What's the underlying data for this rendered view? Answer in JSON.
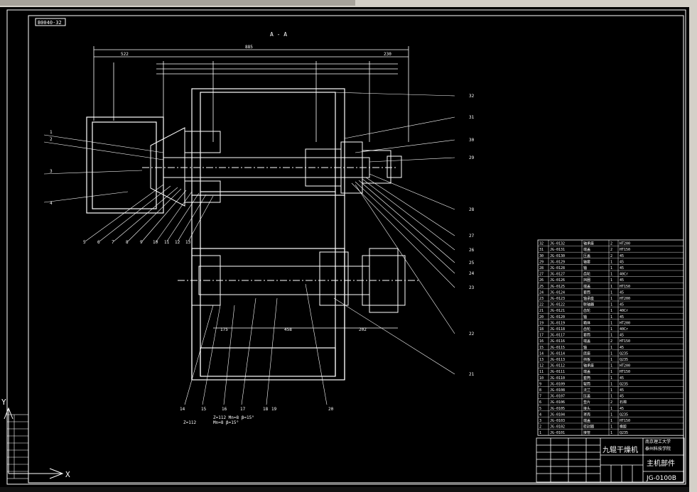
{
  "drawing": {
    "sheet_tag": "B0040-32",
    "section_label": "A - A",
    "dims_top": [
      "522",
      "885",
      "230"
    ],
    "dims_bottom": [
      "175",
      "458",
      "202"
    ],
    "callouts_left": [
      "1",
      "2",
      "3",
      "4"
    ],
    "callouts_bottom": [
      "5",
      "6",
      "7",
      "8",
      "9",
      "10",
      "11",
      "12",
      "13"
    ],
    "callouts_bottom2": [
      "14",
      "15",
      "16",
      "17",
      "18",
      "19",
      "20"
    ],
    "callouts_right": [
      "32",
      "31",
      "30",
      "29",
      "28",
      "27",
      "26",
      "25",
      "24",
      "23",
      "22",
      "21"
    ],
    "gear_spec_1": "Z=112",
    "gear_spec_2": "Z=112  Mn=8  β=15°",
    "gear_spec_3": "Mn=8  β=15°",
    "axis_y": "Y",
    "axis_x": "X"
  },
  "title_block": {
    "school_line1": "南京理工大学",
    "school_line2": "泰州科技学院",
    "drawing_title": "九辊干燥机",
    "part_title": "主机部件",
    "drawing_number": "JG-0100B"
  },
  "bom": {
    "rows": [
      {
        "no": "32",
        "code": "JG-0132",
        "name": "轴承座",
        "qty": "2",
        "mat": "HT200"
      },
      {
        "no": "31",
        "code": "JG-0131",
        "name": "端盖",
        "qty": "2",
        "mat": "HT150"
      },
      {
        "no": "30",
        "code": "JG-0130",
        "name": "压盖",
        "qty": "2",
        "mat": "45"
      },
      {
        "no": "29",
        "code": "JG-0129",
        "name": "轴套",
        "qty": "1",
        "mat": "45"
      },
      {
        "no": "28",
        "code": "JG-0128",
        "name": "轴",
        "qty": "1",
        "mat": "45"
      },
      {
        "no": "27",
        "code": "JG-0127",
        "name": "齿轮",
        "qty": "1",
        "mat": "40Cr"
      },
      {
        "no": "26",
        "code": "JG-0126",
        "name": "挡圈",
        "qty": "1",
        "mat": "45"
      },
      {
        "no": "25",
        "code": "JG-0125",
        "name": "端盖",
        "qty": "1",
        "mat": "HT150"
      },
      {
        "no": "24",
        "code": "JG-0124",
        "name": "套筒",
        "qty": "1",
        "mat": "45"
      },
      {
        "no": "23",
        "code": "JG-0123",
        "name": "轴承座",
        "qty": "1",
        "mat": "HT200"
      },
      {
        "no": "22",
        "code": "JG-0122",
        "name": "联轴器",
        "qty": "1",
        "mat": "45"
      },
      {
        "no": "21",
        "code": "JG-0121",
        "name": "齿轮",
        "qty": "1",
        "mat": "40Cr"
      },
      {
        "no": "20",
        "code": "JG-0120",
        "name": "轴",
        "qty": "1",
        "mat": "45"
      },
      {
        "no": "19",
        "code": "JG-0119",
        "name": "箱体",
        "qty": "1",
        "mat": "HT200"
      },
      {
        "no": "18",
        "code": "JG-0118",
        "name": "齿轮",
        "qty": "1",
        "mat": "40Cr"
      },
      {
        "no": "17",
        "code": "JG-0117",
        "name": "套筒",
        "qty": "1",
        "mat": "45"
      },
      {
        "no": "16",
        "code": "JG-0116",
        "name": "端盖",
        "qty": "2",
        "mat": "HT150"
      },
      {
        "no": "15",
        "code": "JG-0115",
        "name": "轴",
        "qty": "1",
        "mat": "45"
      },
      {
        "no": "14",
        "code": "JG-0114",
        "name": "底座",
        "qty": "1",
        "mat": "Q235"
      },
      {
        "no": "13",
        "code": "JG-0113",
        "name": "挡板",
        "qty": "1",
        "mat": "Q235"
      },
      {
        "no": "12",
        "code": "JG-0112",
        "name": "轴承座",
        "qty": "1",
        "mat": "HT200"
      },
      {
        "no": "11",
        "code": "JG-0111",
        "name": "端盖",
        "qty": "1",
        "mat": "HT150"
      },
      {
        "no": "10",
        "code": "JG-0110",
        "name": "套筒",
        "qty": "1",
        "mat": "45"
      },
      {
        "no": "9",
        "code": "JG-0109",
        "name": "辊筒",
        "qty": "1",
        "mat": "Q235"
      },
      {
        "no": "8",
        "code": "JG-0108",
        "name": "法兰",
        "qty": "1",
        "mat": "45"
      },
      {
        "no": "7",
        "code": "JG-0107",
        "name": "压盖",
        "qty": "1",
        "mat": "45"
      },
      {
        "no": "6",
        "code": "JG-0106",
        "name": "垫片",
        "qty": "2",
        "mat": "石棉"
      },
      {
        "no": "5",
        "code": "JG-0105",
        "name": "接头",
        "qty": "1",
        "mat": "45"
      },
      {
        "no": "4",
        "code": "JG-0104",
        "name": "罩壳",
        "qty": "1",
        "mat": "Q235"
      },
      {
        "no": "3",
        "code": "JG-0103",
        "name": "端盖",
        "qty": "1",
        "mat": "HT150"
      },
      {
        "no": "2",
        "code": "JG-0102",
        "name": "密封圈",
        "qty": "1",
        "mat": "橡胶"
      },
      {
        "no": "1",
        "code": "JG-0101",
        "name": "接管",
        "qty": "1",
        "mat": "Q235"
      }
    ]
  },
  "colors": {
    "background": "#000000",
    "line": "#ffffff",
    "window_frame": "#d4d0c8"
  }
}
